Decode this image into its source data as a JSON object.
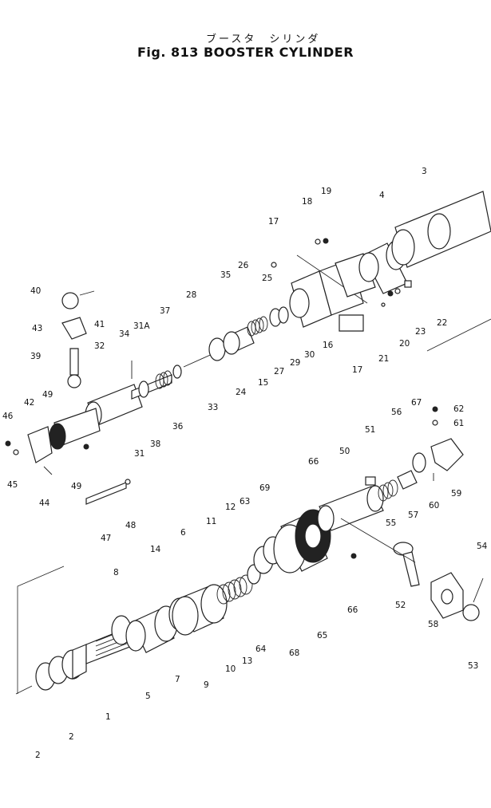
{
  "title_jp": "ブースタ　シリンダ",
  "title_en": "Fig. 813  BOOSTER CYLINDER",
  "callouts": [
    "2",
    "2",
    "1",
    "5",
    "7",
    "9",
    "10",
    "13",
    "64",
    "68",
    "65",
    "66",
    "52",
    "58",
    "53",
    "54",
    "8",
    "14",
    "6",
    "11",
    "12",
    "63",
    "69",
    "66",
    "50",
    "51",
    "56",
    "67",
    "62",
    "61",
    "59",
    "60",
    "57",
    "55",
    "47",
    "48",
    "44",
    "45",
    "46",
    "42",
    "49",
    "49",
    "31",
    "38",
    "36",
    "33",
    "32",
    "31A",
    "34",
    "37",
    "39",
    "43",
    "40",
    "41",
    "35",
    "26",
    "25",
    "28",
    "24",
    "15",
    "27",
    "29",
    "30",
    "16",
    "17",
    "17",
    "18",
    "19",
    "4",
    "3",
    "21",
    "20",
    "23",
    "22"
  ]
}
